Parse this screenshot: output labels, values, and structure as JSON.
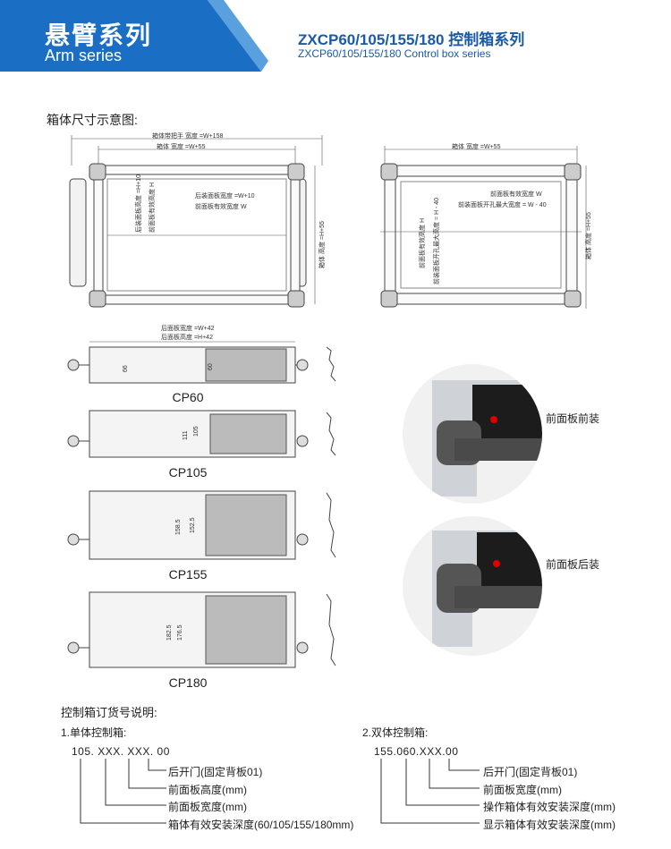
{
  "header": {
    "title_cn": "悬臂系列",
    "title_en": "Arm series",
    "subtitle_cn": "ZXCP60/105/155/180 控制箱系列",
    "subtitle_en": "ZXCP60/105/155/180 Control box series",
    "brand_color": "#1a6fc4"
  },
  "diagram": {
    "section_title": "箱体尺寸示意图:",
    "front": {
      "handle_width": "箱体带把手 宽度 =W+158",
      "box_width": "箱体 宽度 =W+55",
      "rear_panel_width": "后装面板宽度 =W+10",
      "front_panel_eff_width": "前面板有效宽度 W",
      "rear_panel_height": "后装面板高度 =H+10",
      "front_panel_eff_height": "前面板有效高度 H",
      "box_height": "箱体 高度 =H+55"
    },
    "back": {
      "box_width": "箱体 宽度 =W+55",
      "front_panel_eff_width": "前面板有效宽度 W",
      "front_panel_max_open_width": "前装面板开孔最大宽度 = W - 40",
      "front_panel_eff_height": "前面板有效高度 H",
      "front_panel_max_open_height": "前装面板开孔最大高度 = H - 40",
      "box_height": "箱体 高度 =H+55"
    },
    "side": {
      "rear_panel_width": "后面板宽度 =W+42",
      "rear_panel_height": "后面板高度 =H+42"
    },
    "profiles": [
      {
        "name": "CP60",
        "dim_outer": "66",
        "dim_inner": "60"
      },
      {
        "name": "CP105",
        "dim_outer": "111",
        "dim_inner": "105"
      },
      {
        "name": "CP155",
        "dim_outer": "158.5",
        "dim_inner": "152.5"
      },
      {
        "name": "CP180",
        "dim_outer": "182.5",
        "dim_inner": "176.5"
      }
    ],
    "details": [
      {
        "label": "前面板前装"
      },
      {
        "label": "前面板后装"
      }
    ]
  },
  "ordering": {
    "title": "控制箱订货号说明:",
    "single": {
      "title": "1.单体控制箱:",
      "code": "105. XXX. XXX. 00",
      "items": [
        "后开门(固定背板01)",
        "前面板高度(mm)",
        "前面板宽度(mm)",
        "箱体有效安装深度(60/105/155/180mm)"
      ]
    },
    "double": {
      "title": "2.双体控制箱:",
      "code": "155.060.XXX.00",
      "items": [
        "后开门(固定背板01)",
        "前面板宽度(mm)",
        "操作箱体有效安装深度(mm)",
        "显示箱体有效安装深度(mm)"
      ]
    }
  }
}
